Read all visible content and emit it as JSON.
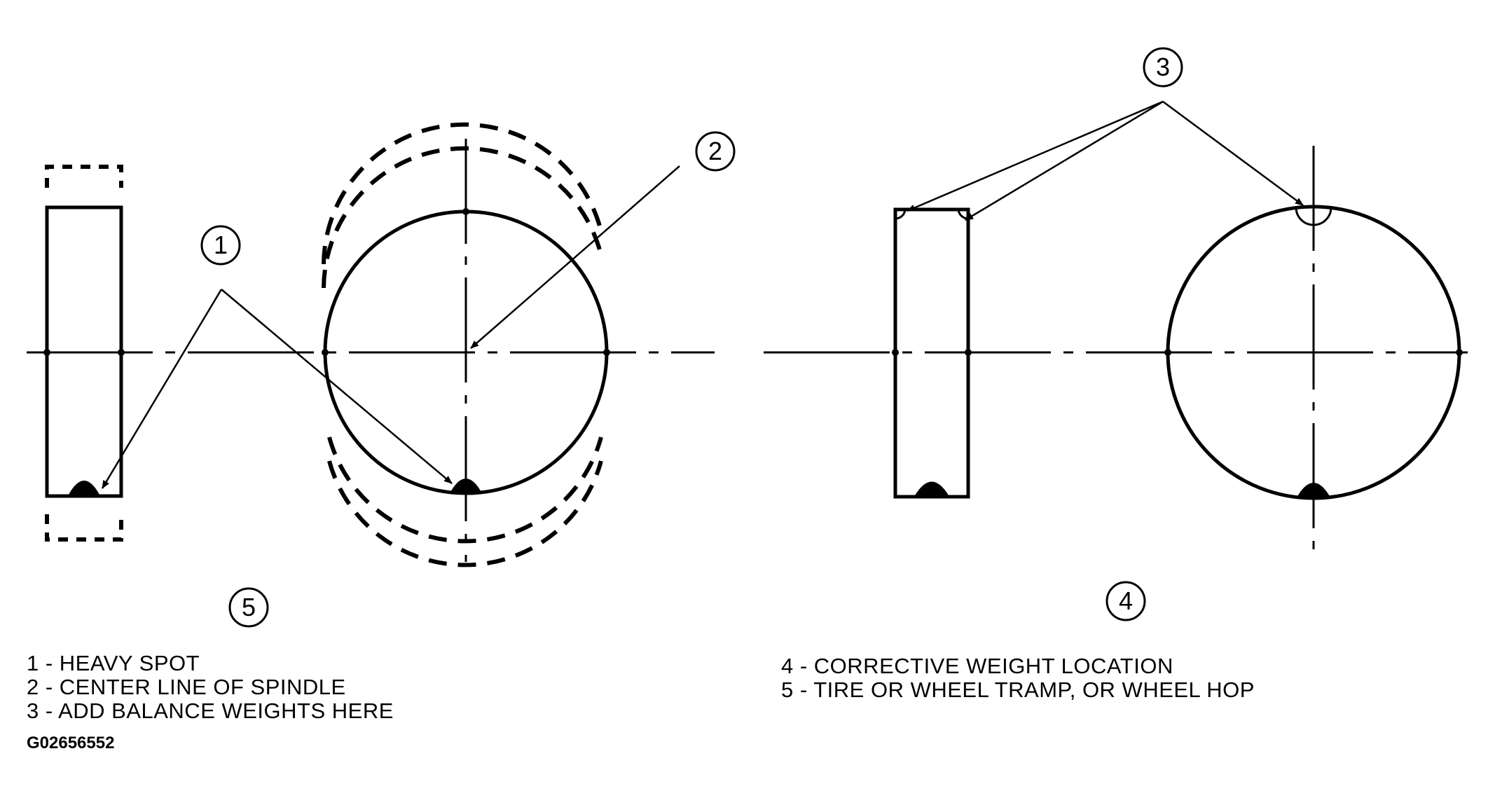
{
  "callouts": {
    "c1": "1",
    "c2": "2",
    "c3": "3",
    "c4": "4",
    "c5": "5"
  },
  "legend_left": [
    "1 - HEAVY SPOT",
    "2 - CENTER LINE OF SPINDLE",
    "3 - ADD BALANCE WEIGHTS HERE"
  ],
  "legend_right": [
    "4 - CORRECTIVE WEIGHT LOCATION",
    "5 - TIRE OR WHEEL TRAMP, OR WHEEL HOP"
  ],
  "figure_id": "G02656552",
  "colors": {
    "line": "#000000",
    "background": "#ffffff"
  }
}
